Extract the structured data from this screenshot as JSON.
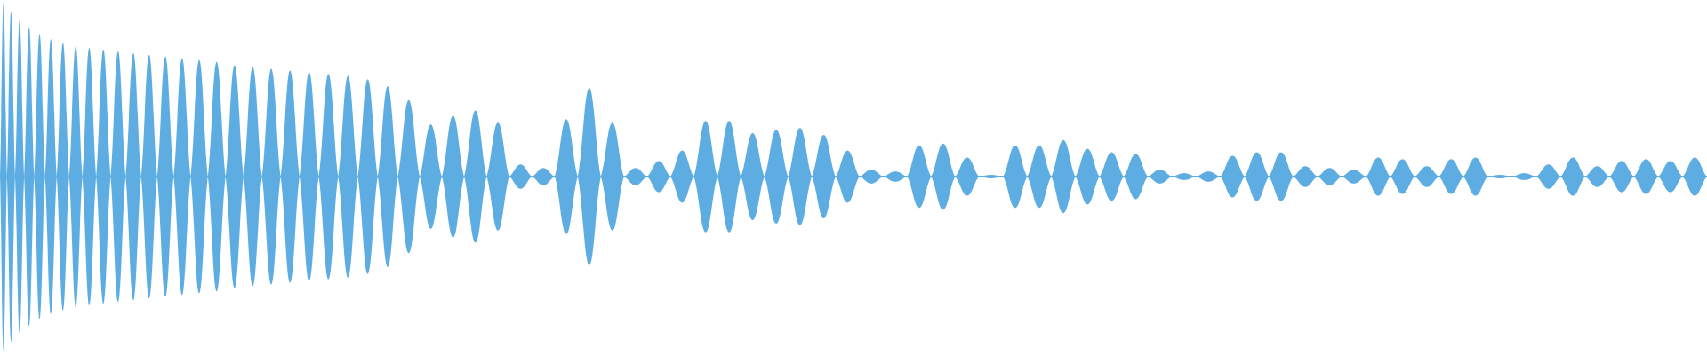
{
  "waveform": {
    "color": "#5DADE2",
    "background": "#FFFFFF",
    "lobes": [
      1.0,
      0.95,
      0.9,
      0.86,
      0.82,
      0.79,
      0.77,
      0.75,
      0.74,
      0.73,
      0.72,
      0.71,
      0.7,
      0.69,
      0.68,
      0.67,
      0.66,
      0.64,
      0.63,
      0.62,
      0.61,
      0.6,
      0.59,
      0.58,
      0.56,
      0.52,
      0.44,
      0.3,
      0.35,
      0.38,
      0.31,
      0.07,
      0.05,
      0.33,
      0.51,
      0.31,
      0.05,
      0.09,
      0.15,
      0.32,
      0.32,
      0.25,
      0.27,
      0.28,
      0.24,
      0.15,
      0.04,
      0.03,
      0.18,
      0.19,
      0.11,
      0.01,
      0.18,
      0.18,
      0.21,
      0.16,
      0.14,
      0.13,
      0.04,
      0.02,
      0.03,
      0.12,
      0.14,
      0.14,
      0.06,
      0.05,
      0.04,
      0.11,
      0.1,
      0.06,
      0.1,
      0.11,
      0.01,
      0.02,
      0.07,
      0.11,
      0.06,
      0.09,
      0.1,
      0.09,
      0.11
    ]
  }
}
